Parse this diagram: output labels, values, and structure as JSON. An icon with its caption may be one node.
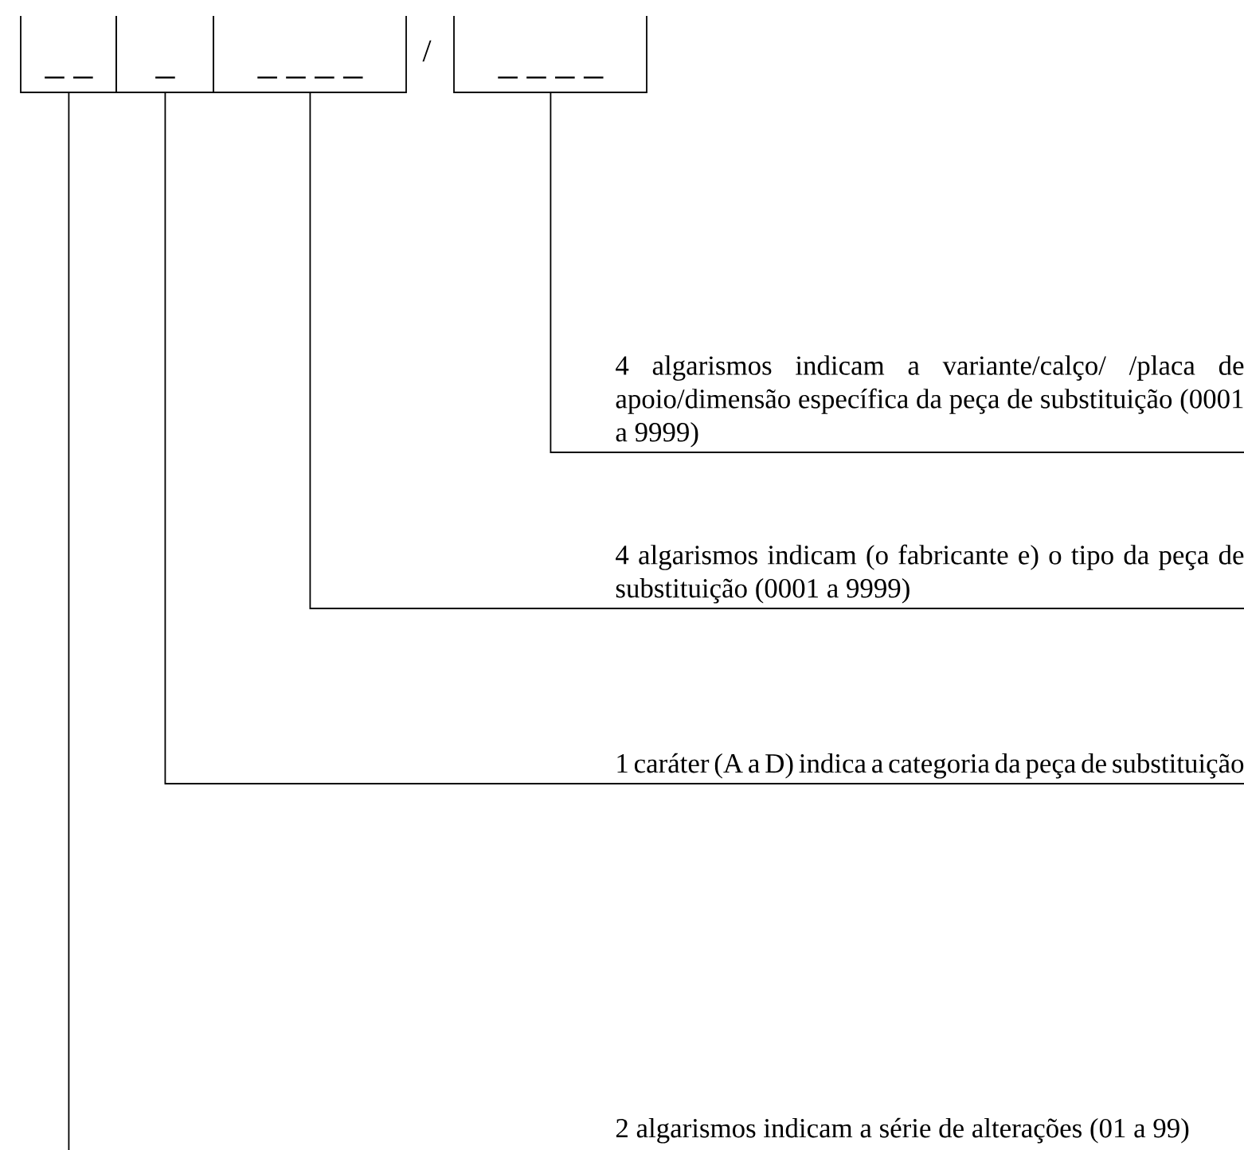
{
  "diagram": {
    "nodes": [
      {
        "text": [
          "_ _"
        ]
      },
      {
        "text": [
          "_"
        ]
      },
      {
        "text": [
          "_ _ _ _"
        ]
      },
      {
        "text": [
          "_ _ _ _"
        ]
      },
      {
        "text": [
          "4 algarismos indicam a variante/calço/ /placa de apoio/dimensão específica da peça de substituição (0001 a 9999)"
        ]
      },
      {
        "text": [
          "4 algarismos indicam (o fabricante e) o tipo da peça de substituição (0001 a 9999)"
        ]
      },
      {
        "text": [
          "1 caráter (A a D) indica a categoria da peça de substituição"
        ]
      },
      {
        "text": [
          "2 algarismos indicam a série de alterações (01 a 99)"
        ]
      }
    ],
    "edges": [
      {
        "from": 4,
        "to": 3,
        "arrow": "none"
      },
      {
        "from": 5,
        "to": 2,
        "arrow": "none"
      },
      {
        "from": 6,
        "to": 1,
        "arrow": "none"
      },
      {
        "from": null,
        "to": 0,
        "arrow": "none"
      }
    ],
    "labels": [
      "/"
    ]
  }
}
